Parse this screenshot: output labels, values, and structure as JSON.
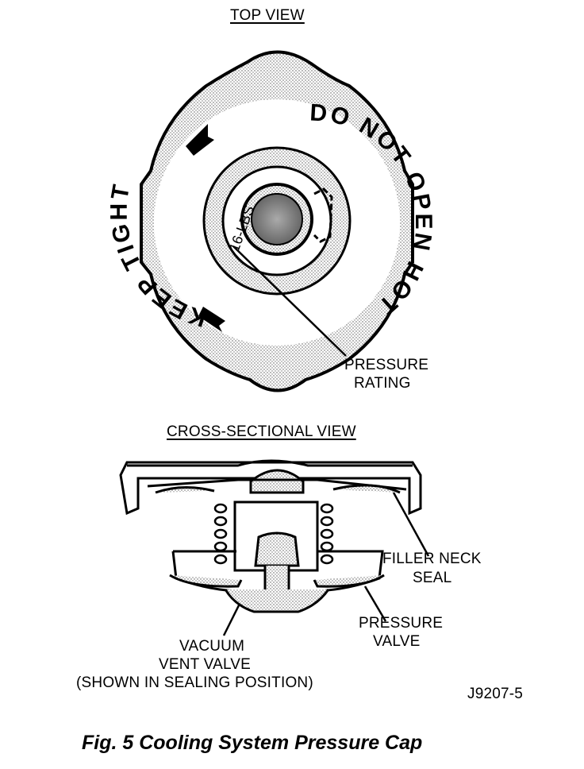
{
  "top_view": {
    "title": "TOP VIEW",
    "cap_text_left": "KEEP TIGHT",
    "cap_text_right_top": "DO NOT OPEN HOT",
    "rating_mark": "16-LBS",
    "callout": [
      "PRESSURE",
      "RATING"
    ]
  },
  "cross_section": {
    "title": "CROSS-SECTIONAL VIEW",
    "callouts": {
      "filler_neck_seal": [
        "FILLER NECK",
        "SEAL"
      ],
      "pressure_valve": [
        "PRESSURE",
        "VALVE"
      ],
      "vacuum_vent_valve": [
        "VACUUM",
        "VENT VALVE",
        "(SHOWN IN SEALING POSITION)"
      ]
    }
  },
  "figure_code": "J9207-5",
  "caption": "Fig. 5 Cooling System Pressure Cap"
}
